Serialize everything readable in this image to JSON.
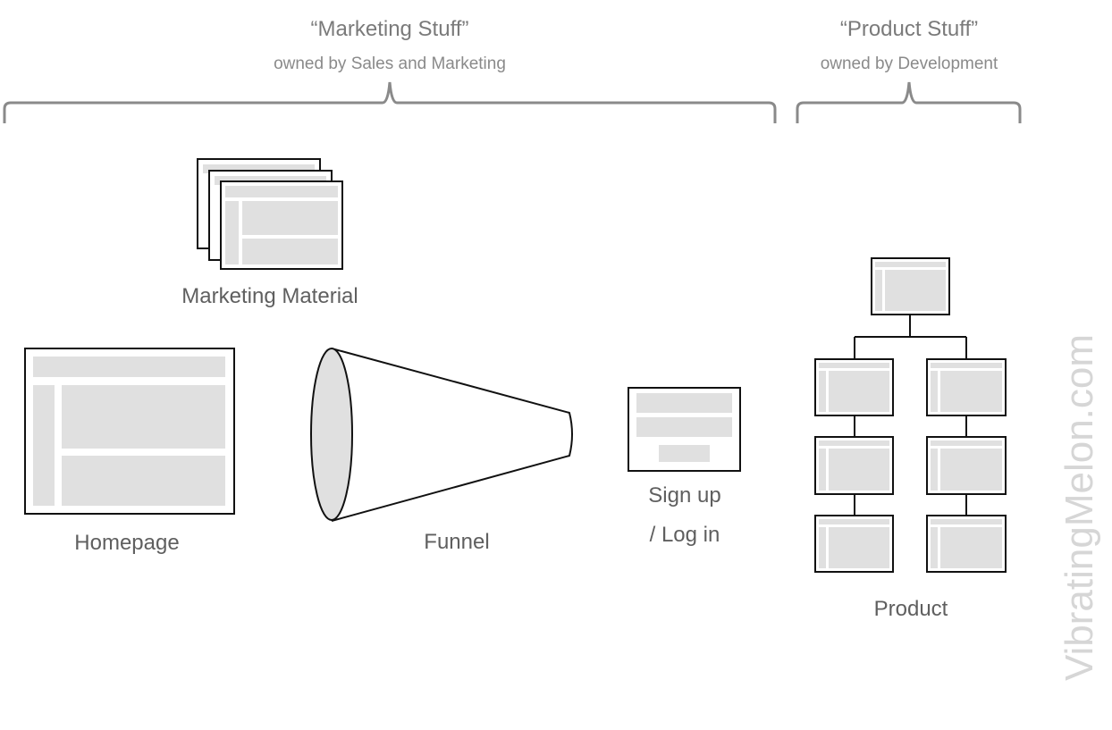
{
  "sections": {
    "marketing": {
      "title": "“Marketing Stuff”",
      "owner": "owned by Sales and Marketing"
    },
    "product": {
      "title": "“Product Stuff”",
      "owner": "owned by Development"
    }
  },
  "items": {
    "marketing_material": {
      "label": "Marketing Material",
      "icon": "stacked-pages-icon"
    },
    "homepage": {
      "label": "Homepage",
      "icon": "web-page-wireframe-icon"
    },
    "funnel": {
      "label": "Funnel",
      "icon": "funnel-icon"
    },
    "signup": {
      "label_line1": "Sign up",
      "label_line2": "/ Log in",
      "icon": "form-wireframe-icon"
    },
    "product": {
      "label": "Product",
      "icon": "sitemap-tree-icon"
    }
  },
  "watermark": "VibratingMelon.com",
  "colors": {
    "stroke": "#111111",
    "bracket": "#8a8a8a",
    "fill_block": "#e0e0e0",
    "label_text": "#5f5f5f",
    "watermark": "#d6d6d6"
  }
}
